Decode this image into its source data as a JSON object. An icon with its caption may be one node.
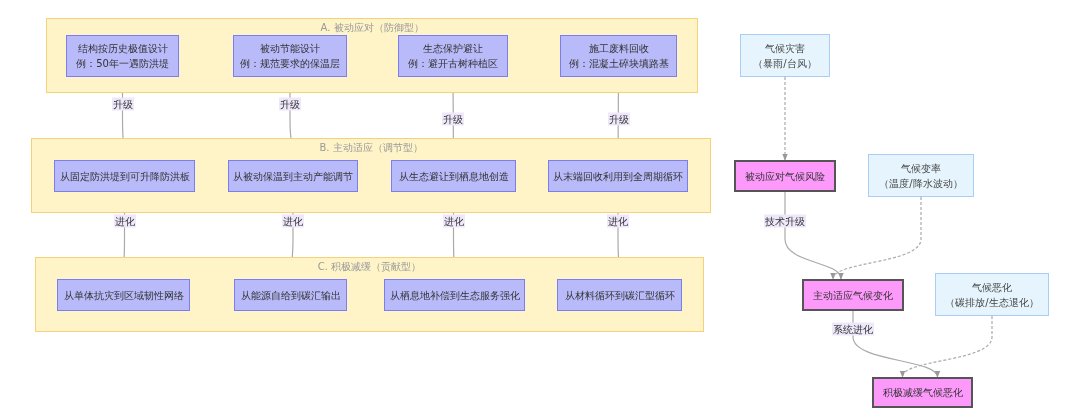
{
  "diagram": {
    "nodes": [
      {
        "text": [
          "A. 被动应对（防御型）"
        ]
      },
      {
        "text": [
          "结构按历史极值设计",
          "例：50年一遇防洪堤"
        ],
        "in": 0
      },
      {
        "text": [
          "被动节能设计",
          "例：规范要求的保温层"
        ],
        "in": 0
      },
      {
        "text": [
          "生态保护避让",
          "例：避开古树种植区"
        ],
        "in": 0
      },
      {
        "text": [
          "施工废料回收",
          "例：混凝土碎块填路基"
        ],
        "in": 0
      },
      {
        "text": [
          "B. 主动适应（调节型）"
        ]
      },
      {
        "text": [
          "从固定防洪堤到可升降防洪板"
        ],
        "in": 5
      },
      {
        "text": [
          "从被动保温到主动产能调节"
        ],
        "in": 5
      },
      {
        "text": [
          "从生态避让到栖息地创造"
        ],
        "in": 5
      },
      {
        "text": [
          "从末端回收利用到全周期循环"
        ],
        "in": 5
      },
      {
        "text": [
          "C. 积极减缓（贡献型）"
        ]
      },
      {
        "text": [
          "从单体抗灾到区域韧性网络"
        ],
        "in": 10
      },
      {
        "text": [
          "从能源自给到碳汇输出"
        ],
        "in": 10
      },
      {
        "text": [
          "从栖息地补偿到生态服务强化"
        ],
        "in": 10
      },
      {
        "text": [
          "从材料循环到碳汇型循环"
        ],
        "in": 10
      },
      {
        "text": [
          "气候灾害",
          "（暴雨/台风）"
        ]
      },
      {
        "text": [
          "被动应对气候风险"
        ]
      },
      {
        "text": [
          "气候变率",
          "（温度/降水波动）"
        ]
      },
      {
        "text": [
          "主动适应气候变化"
        ]
      },
      {
        "text": [
          "气候恶化",
          "（碳排放/生态退化）"
        ]
      },
      {
        "text": [
          "积极减缓气候恶化"
        ]
      }
    ],
    "edges": [
      {
        "from": 1,
        "to": 6,
        "arrow": "to",
        "label": "升级"
      },
      {
        "from": 2,
        "to": 7,
        "arrow": "to",
        "label": "升级"
      },
      {
        "from": 3,
        "to": 8,
        "arrow": "to",
        "label": "升级"
      },
      {
        "from": 4,
        "to": 9,
        "arrow": "to",
        "label": "升级"
      },
      {
        "from": 6,
        "to": 11,
        "arrow": "to",
        "label": "进化"
      },
      {
        "from": 7,
        "to": 12,
        "arrow": "to",
        "label": "进化"
      },
      {
        "from": 8,
        "to": 13,
        "arrow": "to",
        "label": "进化"
      },
      {
        "from": 9,
        "to": 14,
        "arrow": "to",
        "label": "进化"
      },
      {
        "from": 15,
        "to": 16,
        "arrow": "to",
        "style": "dashed"
      },
      {
        "from": 16,
        "to": 18,
        "arrow": "to",
        "label": "技术升级"
      },
      {
        "from": 17,
        "to": 18,
        "arrow": "to",
        "style": "dashed"
      },
      {
        "from": 18,
        "to": 20,
        "arrow": "to",
        "label": "系统进化"
      },
      {
        "from": 19,
        "to": 20,
        "arrow": "to",
        "style": "dashed"
      }
    ]
  }
}
